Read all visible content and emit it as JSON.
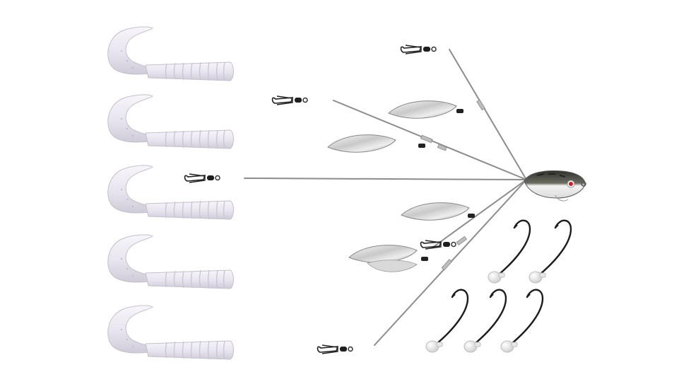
{
  "colors": {
    "background": "#ffffff",
    "grub_fill": "#eceaf0",
    "grub_shade": "#d4d1dc",
    "wire": "#8a8a8a",
    "blade_light": "#e6e6e6",
    "blade_dark": "#9a9a9a",
    "swivel": "#222222",
    "hook": "#1c1c1c",
    "jighead": "#f2f2f2",
    "head_dark": "#3d3f37",
    "head_light": "#f4f4f4",
    "eye": "#c8202a"
  },
  "objects": {
    "grub_count": 5,
    "arm_count": 5,
    "blade_count": 5,
    "jighead_count": 5,
    "grub_icon": "curly-tail-grub-icon",
    "blade_icon": "willow-blade-icon",
    "swivel_icon": "snap-swivel-icon",
    "hook_icon": "jighead-hook-icon",
    "head_icon": "umbrella-rig-head-icon"
  }
}
